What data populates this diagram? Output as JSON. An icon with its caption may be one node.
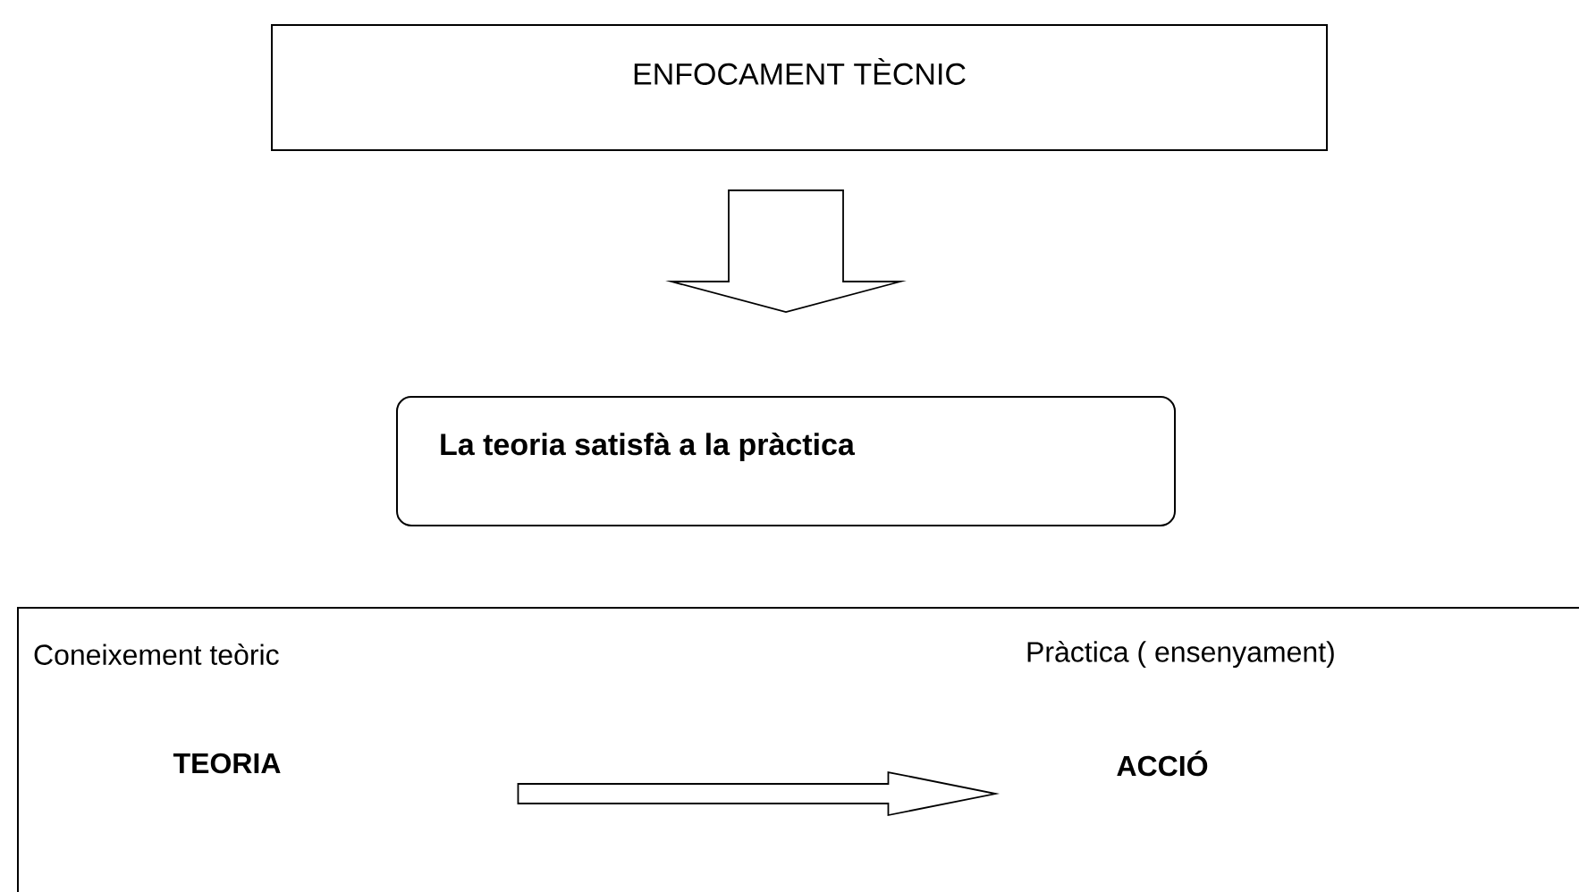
{
  "diagram": {
    "nodes": [
      {
        "text": [
          "ENFOCAMENT TÈCNIC"
        ]
      },
      {
        "text": [
          "La teoria satisfà a la pràctica"
        ]
      },
      {
        "text": [
          "Coneixement teòric",
          "Pràctica ( ensenyament)"
        ]
      },
      {
        "text": [
          "TEORIA"
        ],
        "in": 2
      },
      {
        "text": [
          "ACCIÓ"
        ],
        "in": 2
      }
    ],
    "edges": [
      {
        "from": 0,
        "to": 1,
        "arrow": "to"
      },
      {
        "from": 3,
        "to": 4,
        "arrow": "to"
      }
    ]
  }
}
